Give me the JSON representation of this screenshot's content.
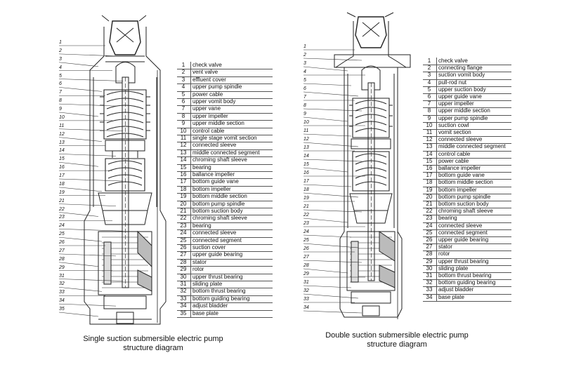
{
  "left_diagram": {
    "caption_line1": "Single suction submersible electric pump",
    "caption_line2": "structure diagram",
    "parts": [
      {
        "num": "1",
        "label": "check valve"
      },
      {
        "num": "2",
        "label": "vent valve"
      },
      {
        "num": "3",
        "label": "effluent cover"
      },
      {
        "num": "4",
        "label": "upper pump spindle"
      },
      {
        "num": "5",
        "label": "power cable"
      },
      {
        "num": "6",
        "label": "upper vomit body"
      },
      {
        "num": "7",
        "label": "upper vane"
      },
      {
        "num": "8",
        "label": "upper impeller"
      },
      {
        "num": "9",
        "label": "upper middle section"
      },
      {
        "num": "10",
        "label": "control cable"
      },
      {
        "num": "11",
        "label": "single stage vomit section"
      },
      {
        "num": "12",
        "label": "connected sleeve"
      },
      {
        "num": "13",
        "label": "middle connected segment"
      },
      {
        "num": "14",
        "label": "chroming shaft sleeve"
      },
      {
        "num": "15",
        "label": "bearing"
      },
      {
        "num": "16",
        "label": "ballance impeller"
      },
      {
        "num": "17",
        "label": "bottom guide vane"
      },
      {
        "num": "18",
        "label": "bottom impeller"
      },
      {
        "num": "19",
        "label": "bottom middle section"
      },
      {
        "num": "20",
        "label": "bottom pump spindle"
      },
      {
        "num": "21",
        "label": "bottom suction body"
      },
      {
        "num": "22",
        "label": "chroming shaft sleeve"
      },
      {
        "num": "23",
        "label": "bearing"
      },
      {
        "num": "24",
        "label": "connected sleeve"
      },
      {
        "num": "25",
        "label": "connected segment"
      },
      {
        "num": "26",
        "label": "suction cover"
      },
      {
        "num": "27",
        "label": "upper guide bearing"
      },
      {
        "num": "28",
        "label": "stator"
      },
      {
        "num": "29",
        "label": "rotor"
      },
      {
        "num": "30",
        "label": "upper thrust bearing"
      },
      {
        "num": "31",
        "label": "sliding plate"
      },
      {
        "num": "32",
        "label": "bottom thrust bearing"
      },
      {
        "num": "33",
        "label": "bottom guiding bearing"
      },
      {
        "num": "34",
        "label": "adjust bladder"
      },
      {
        "num": "35",
        "label": "base plate"
      }
    ],
    "callouts": [
      "1",
      "2",
      "3",
      "4",
      "5",
      "6",
      "7",
      "8",
      "9",
      "10",
      "11",
      "12",
      "13",
      "14",
      "15",
      "16",
      "17",
      "18",
      "19",
      "21",
      "22",
      "23",
      "24",
      "25",
      "26",
      "27",
      "28",
      "29",
      "31",
      "32",
      "33",
      "34",
      "35"
    ]
  },
  "right_diagram": {
    "caption_line1": "Double suction submersible electric pump",
    "caption_line2": "structure diagram",
    "parts": [
      {
        "num": "1",
        "label": "check valve"
      },
      {
        "num": "2",
        "label": "connecting flange"
      },
      {
        "num": "3",
        "label": "suction vomit body"
      },
      {
        "num": "4",
        "label": "pull-rod nut"
      },
      {
        "num": "5",
        "label": "upper suction body"
      },
      {
        "num": "6",
        "label": "upper guide vane"
      },
      {
        "num": "7",
        "label": "upper impeller"
      },
      {
        "num": "8",
        "label": "upper middle section"
      },
      {
        "num": "9",
        "label": "upper pump spindle"
      },
      {
        "num": "10",
        "label": "suction cowl"
      },
      {
        "num": "11",
        "label": "vomit section"
      },
      {
        "num": "12",
        "label": "connected sleeve"
      },
      {
        "num": "13",
        "label": "middle connected segment"
      },
      {
        "num": "14",
        "label": "control cable"
      },
      {
        "num": "15",
        "label": "power cable"
      },
      {
        "num": "16",
        "label": "ballance impeller"
      },
      {
        "num": "17",
        "label": "bottom guide vane"
      },
      {
        "num": "18",
        "label": "bottom middle section"
      },
      {
        "num": "19",
        "label": "bottom impeller"
      },
      {
        "num": "20",
        "label": "bottom pump spindle"
      },
      {
        "num": "21",
        "label": "bottom suction body"
      },
      {
        "num": "22",
        "label": "chroming shaft sleeve"
      },
      {
        "num": "23",
        "label": "bearing"
      },
      {
        "num": "24",
        "label": "connected sleeve"
      },
      {
        "num": "25",
        "label": "connected segment"
      },
      {
        "num": "26",
        "label": "upper guide bearing"
      },
      {
        "num": "27",
        "label": "stator"
      },
      {
        "num": "28",
        "label": "rotor"
      },
      {
        "num": "29",
        "label": "upper thrust bearing"
      },
      {
        "num": "30",
        "label": "sliding plate"
      },
      {
        "num": "31",
        "label": "bottom thrust bearing"
      },
      {
        "num": "32",
        "label": "bottom guiding bearing"
      },
      {
        "num": "33",
        "label": "adjust bladder"
      },
      {
        "num": "34",
        "label": "base plate"
      }
    ],
    "callouts": [
      "1",
      "2",
      "3",
      "4",
      "5",
      "6",
      "7",
      "8",
      "9",
      "10",
      "11",
      "12",
      "13",
      "14",
      "15",
      "16",
      "17",
      "18",
      "19",
      "21",
      "22",
      "23",
      "24",
      "25",
      "26",
      "27",
      "28",
      "29",
      "31",
      "32",
      "33",
      "34"
    ]
  }
}
